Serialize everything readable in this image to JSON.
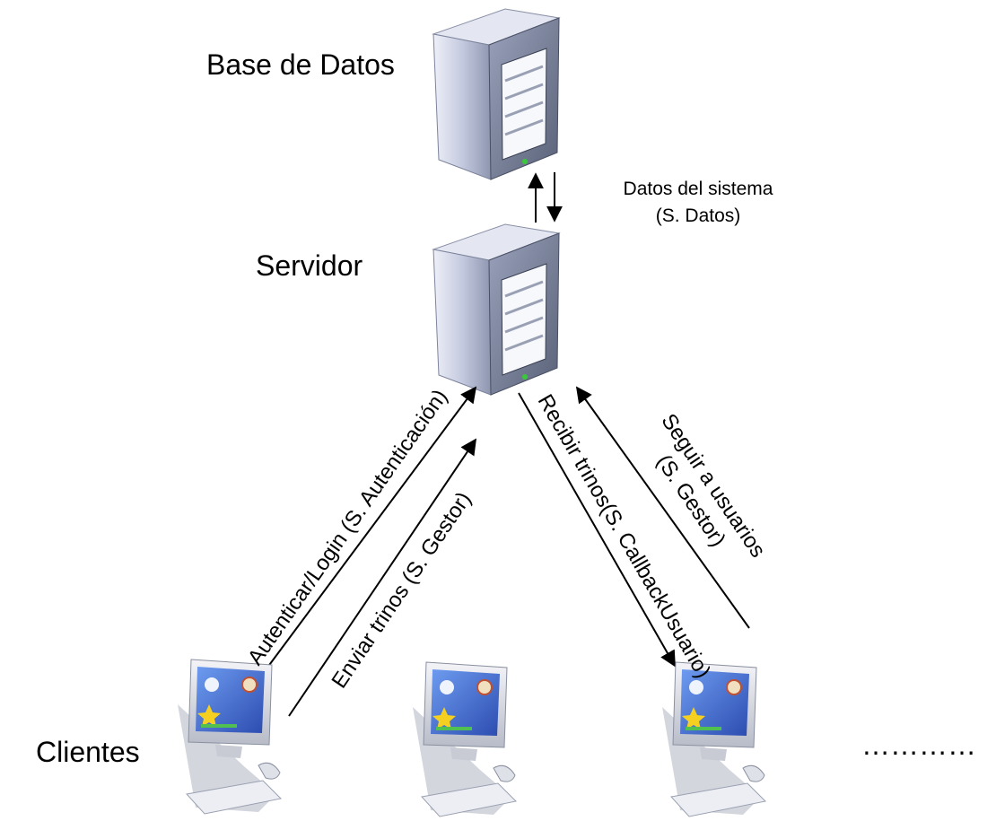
{
  "nodes": {
    "database": "Base de Datos",
    "server": "Servidor",
    "clients": "Clientes"
  },
  "links": {
    "db_line1": "Datos del sistema",
    "db_line2": "(S. Datos)",
    "auth": "Autenticar/Login (S. Autenticación)",
    "send": "Enviar trinos (S. Gestor)",
    "receive": "Recibir trinos(S. CallbackUsuario)",
    "follow_line1": "Seguir a usuarios",
    "follow_line2": "(S. Gestor)"
  },
  "more_clients": "…………",
  "icons": {
    "server": "server-tower-icon",
    "client": "desktop-computer-icon"
  },
  "colors": {
    "tower_body": "#b8c0d8",
    "tower_dark": "#5a6278",
    "screen": "#3d63c8",
    "line": "#000000"
  }
}
